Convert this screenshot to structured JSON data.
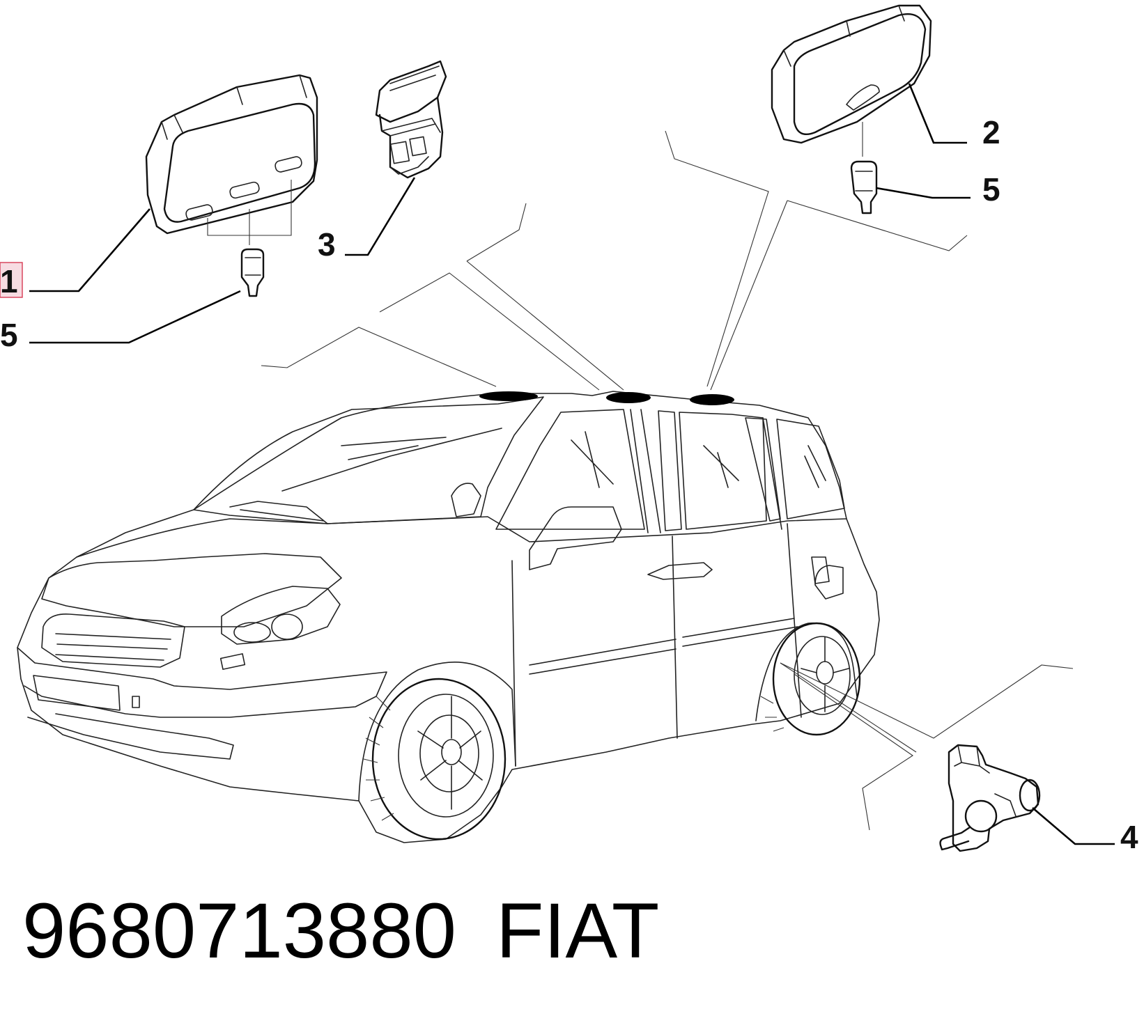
{
  "callouts": {
    "c1": "1",
    "c2": "2",
    "c3": "3",
    "c4": "4",
    "c5_left": "5",
    "c5_right": "5"
  },
  "caption": {
    "part_number": "9680713880",
    "brand": "FIAT"
  },
  "colors": {
    "line": "#222222",
    "highlight_fill": "#f7dce2",
    "highlight_stroke": "#d9465f",
    "roof_spot": "#000000"
  }
}
